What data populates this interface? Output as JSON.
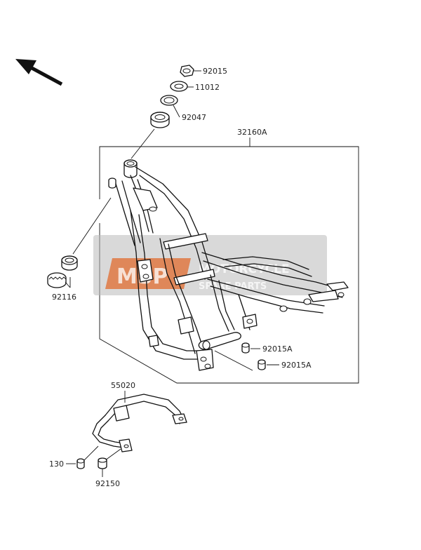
{
  "labels": {
    "p92015": "92015",
    "p11012": "11012",
    "p92047": "92047",
    "p32160A": "32160A",
    "p92116": "92116",
    "p92015A_1": "92015A",
    "p92015A_2": "92015A",
    "p55020": "55020",
    "p130": "130",
    "p92150": "92150"
  },
  "watermark": {
    "logo": "MSP",
    "line1": "MOTORCYCLE",
    "line2": "SPARE PARTS"
  },
  "colors": {
    "watermark_box": "#b9b9b9",
    "watermark_logo": "#e06b2e",
    "line": "#111111"
  }
}
